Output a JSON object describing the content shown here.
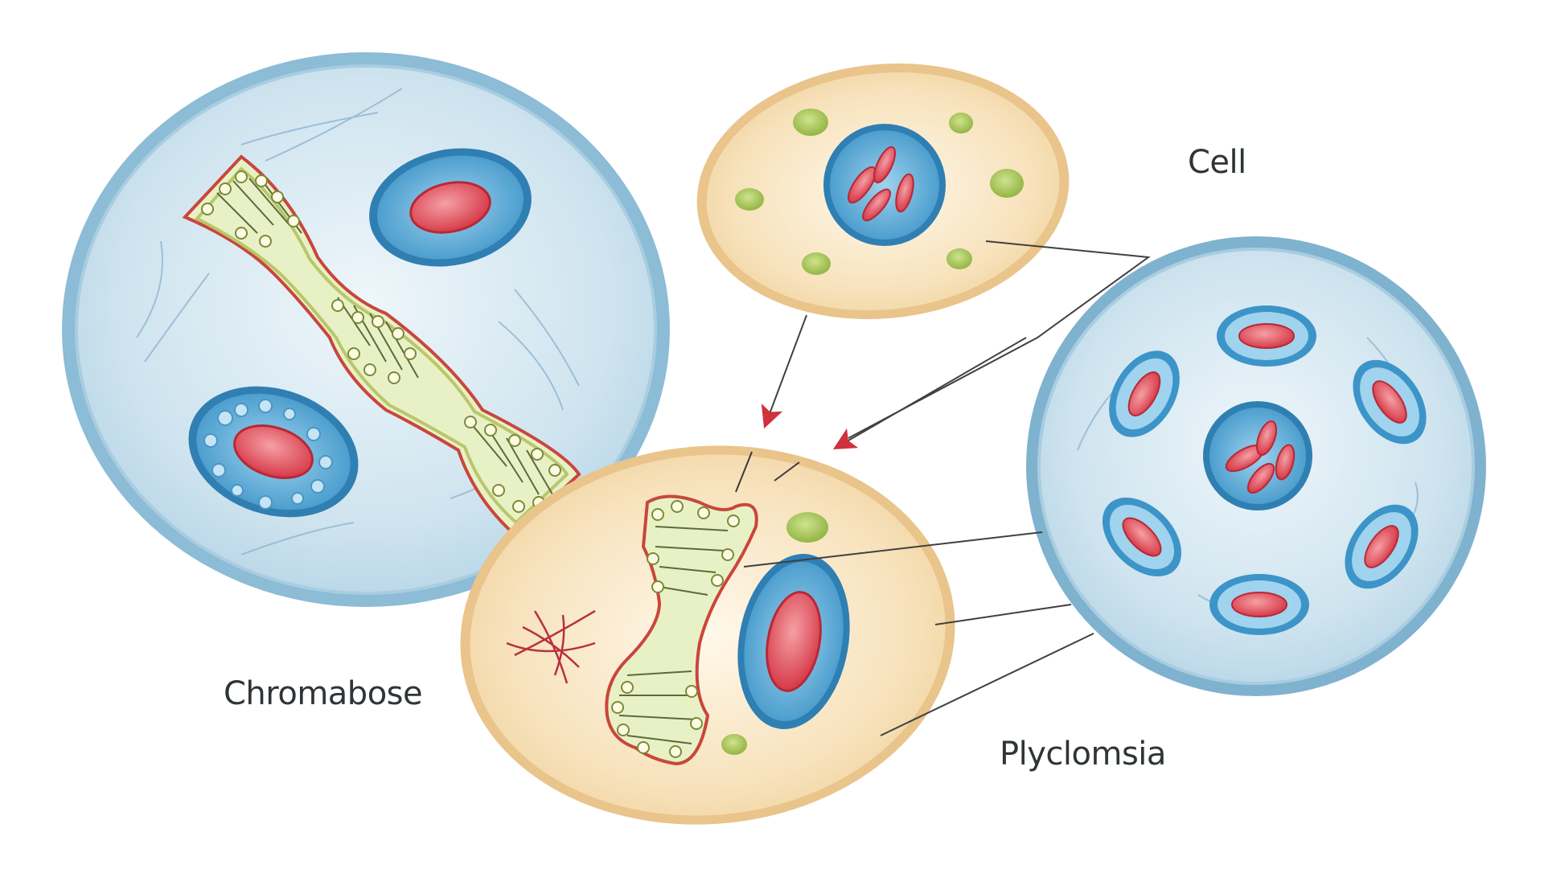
{
  "labels": {
    "cell": "Cell",
    "chromabose": "Chromabose",
    "plyclomsia": "Plyclomsia"
  },
  "colors": {
    "cell_blue_fill": "#c8e1ee",
    "cell_blue_rim": "#7fb2cf",
    "cell_tan_fill": "#f6dfb6",
    "cell_tan_rim": "#e6bd83",
    "chromosome_green": "#e6f0c2",
    "chromosome_outline": "#c9463c",
    "nucleus_red": "#e0505c",
    "nucleus_blue": "#4a9fd0",
    "organelle_green": "#a9c85a",
    "arrow_red": "#d0313f",
    "leader_line": "#404040"
  }
}
